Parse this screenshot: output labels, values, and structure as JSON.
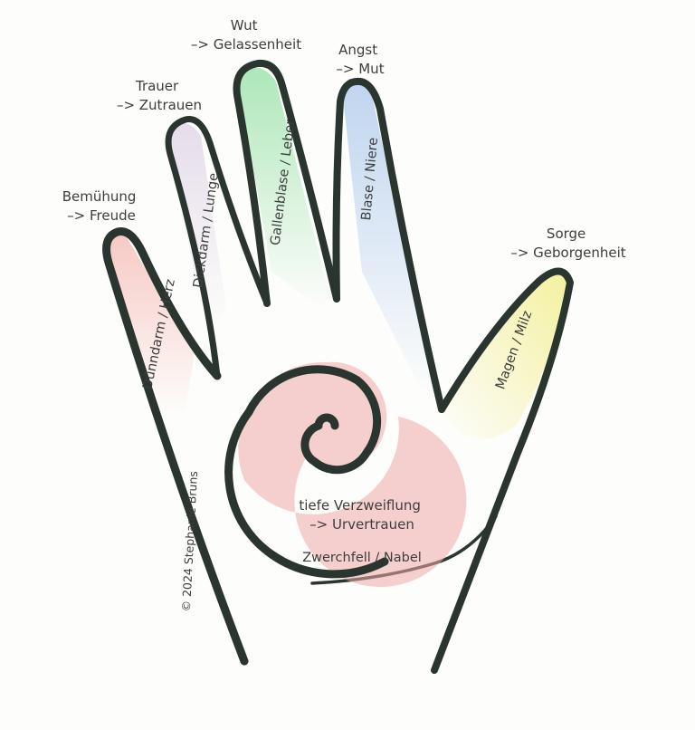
{
  "emotions": {
    "thumb": {
      "line1": "Sorge",
      "line2": "–> Geborgenheit"
    },
    "index": {
      "line1": "Angst",
      "line2": "–> Mut"
    },
    "middle": {
      "line1": "Wut",
      "line2": "–> Gelassenheit"
    },
    "ring": {
      "line1": "Trauer",
      "line2": "–> Zutrauen"
    },
    "little": {
      "line1": "Bemühung",
      "line2": "–> Freude"
    },
    "palm": {
      "line1": "tiefe Verzweiflung",
      "line2": "–> Urvertrauen"
    }
  },
  "organs": {
    "thumb": "Magen  /  Milz",
    "index": "Blase  /  Niere",
    "middle": "Gallenblase  /  Leber",
    "ring": "Dickdarm  /  Lunge",
    "little": "Dünndarm  /  Herz",
    "palm": "Zwerchfell  /  Nabel"
  },
  "copyright": "© 2024 Stephanie Bruns",
  "colors": {
    "outline": "#2b3530",
    "thumb": "#f3f09a",
    "index": "#bcd3ef",
    "middle": "#a9e6b6",
    "ring": "#e4dbe9",
    "little": "#f6c6c2",
    "spiral": "#eeaaa8",
    "text": "#3d3d3d"
  }
}
